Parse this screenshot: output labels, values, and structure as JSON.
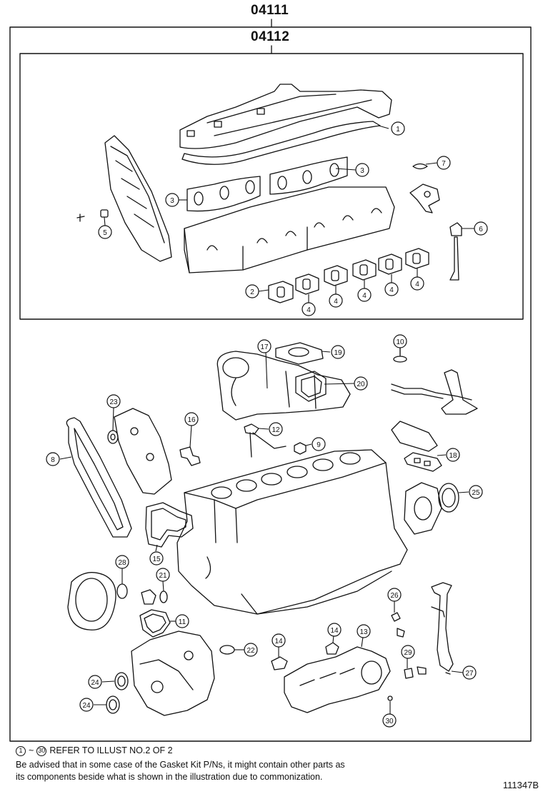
{
  "kits": {
    "outer_label": "04111",
    "inner_label": "04112"
  },
  "callouts": [
    {
      "id": "c1",
      "label": "1"
    },
    {
      "id": "c3a",
      "label": "3"
    },
    {
      "id": "c3b",
      "label": "3"
    },
    {
      "id": "c7",
      "label": "7"
    },
    {
      "id": "c5",
      "label": "5"
    },
    {
      "id": "c6",
      "label": "6"
    },
    {
      "id": "c2",
      "label": "2"
    },
    {
      "id": "c4a",
      "label": "4"
    },
    {
      "id": "c4b",
      "label": "4"
    },
    {
      "id": "c4c",
      "label": "4"
    },
    {
      "id": "c4d",
      "label": "4"
    },
    {
      "id": "c4e",
      "label": "4"
    },
    {
      "id": "c10",
      "label": "10"
    },
    {
      "id": "c17",
      "label": "17"
    },
    {
      "id": "c19",
      "label": "19"
    },
    {
      "id": "c20",
      "label": "20"
    },
    {
      "id": "c23",
      "label": "23"
    },
    {
      "id": "c16",
      "label": "16"
    },
    {
      "id": "c12",
      "label": "12"
    },
    {
      "id": "c9",
      "label": "9"
    },
    {
      "id": "c8",
      "label": "8"
    },
    {
      "id": "c18",
      "label": "18"
    },
    {
      "id": "c25",
      "label": "25"
    },
    {
      "id": "c15",
      "label": "15"
    },
    {
      "id": "c28",
      "label": "28"
    },
    {
      "id": "c21",
      "label": "21"
    },
    {
      "id": "c26",
      "label": "26"
    },
    {
      "id": "c11",
      "label": "11"
    },
    {
      "id": "c14a",
      "label": "14"
    },
    {
      "id": "c14b",
      "label": "14"
    },
    {
      "id": "c13",
      "label": "13"
    },
    {
      "id": "c22",
      "label": "22"
    },
    {
      "id": "c29",
      "label": "29"
    },
    {
      "id": "c24a",
      "label": "24"
    },
    {
      "id": "c24b",
      "label": "24"
    },
    {
      "id": "c27",
      "label": "27"
    },
    {
      "id": "c30",
      "label": "30"
    }
  ],
  "notes": {
    "ref_from": "1",
    "ref_tilde": "~",
    "ref_to": "30",
    "ref_text": "REFER TO ILLUST NO.2 OF 2",
    "advice_line1": "Be advised that in some case of the Gasket Kit P/Ns,  it might contain other parts as",
    "advice_line2": "its components beside what is shown in the illustration due to commonization."
  },
  "drawing_number": "111347B"
}
